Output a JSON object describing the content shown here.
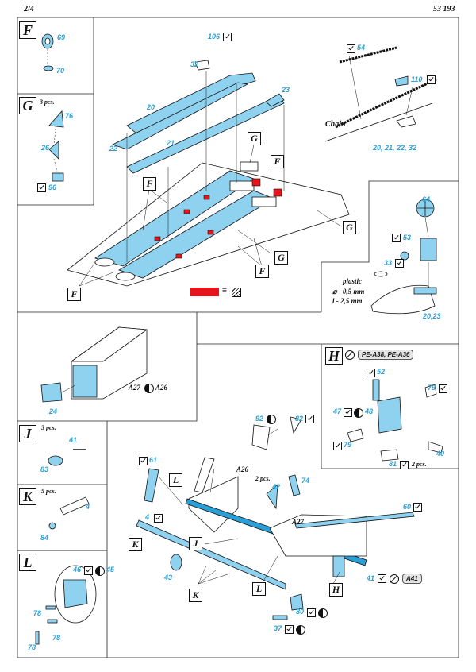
{
  "header": {
    "page": "2/4",
    "code": "53 193"
  },
  "sections": {
    "F": "F",
    "G": "G",
    "H": "H",
    "J": "J",
    "K": "K",
    "L": "L"
  },
  "quantities": {
    "G": "3 pcs.",
    "J": "3 pcs.",
    "K": "5 pcs.",
    "pcs42": "2 pcs.",
    "pcs81": "2 pcs."
  },
  "labels": {
    "chain": "Chain",
    "plastic": "plastic",
    "dia": "⌀ - 0,5 mm",
    "len": "l - 2,5 mm",
    "chainParts": "20, 21, 22, 32",
    "p20_23": "20,23",
    "a27": "A27",
    "a26": "A26",
    "a26b": "A26",
    "a27b": "A27",
    "hRef": "PE-A38, PE-A36",
    "a41": "A41",
    "eq": "="
  },
  "parts": {
    "p69": "69",
    "p70": "70",
    "p76": "76",
    "p26": "26",
    "p96": "96",
    "p106": "106",
    "p32": "32",
    "p20": "20",
    "p22": "22",
    "p21": "21",
    "p23": "23",
    "p54": "54",
    "p110": "110",
    "p64": "64",
    "p53": "53",
    "p33": "33",
    "p24": "24",
    "p52": "52",
    "p79a": "79",
    "p47": "47",
    "p48": "48",
    "p79b": "79",
    "p40": "40",
    "p81": "81",
    "p41j": "41",
    "p83": "83",
    "p4k": "4",
    "p84": "84",
    "p46": "46",
    "p45": "45",
    "p78a": "78",
    "p78b": "78",
    "p78c": "78",
    "p92": "92",
    "p82": "82",
    "p61": "61",
    "p42": "42",
    "p74": "74",
    "p60": "60",
    "p4m": "4",
    "p43": "43",
    "p41": "41",
    "p80": "80",
    "p37": "37"
  },
  "tags": {
    "G1": "G",
    "G2": "G",
    "G3": "G",
    "F1": "F",
    "F2": "F",
    "F3": "F",
    "F4": "F",
    "L1": "L",
    "L2": "L",
    "J1": "J",
    "K1": "K",
    "K2": "K",
    "H1": "H"
  },
  "colors": {
    "part": "#2a9fd6",
    "fill": "#8fd2ef",
    "red": "#e8141c"
  }
}
